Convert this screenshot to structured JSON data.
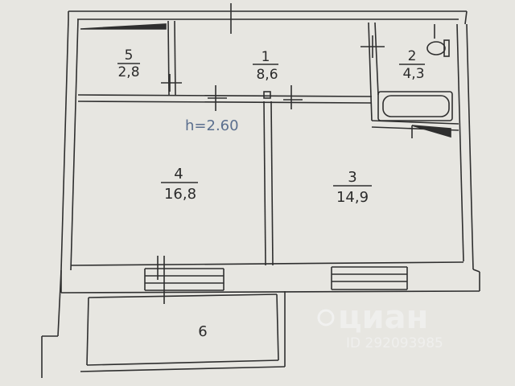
{
  "plan": {
    "ceiling_height": "h=2.60",
    "rooms": [
      {
        "id": "room-1",
        "number": "1",
        "area": "8,6"
      },
      {
        "id": "room-2",
        "number": "2",
        "area": "4,3"
      },
      {
        "id": "room-3",
        "number": "3",
        "area": "14,9"
      },
      {
        "id": "room-4",
        "number": "4",
        "area": "16,8"
      },
      {
        "id": "room-5",
        "number": "5",
        "area": "2,8"
      },
      {
        "id": "room-6",
        "number": "6",
        "area": ""
      }
    ],
    "watermark": {
      "brand": "циан",
      "id_text": "ID 292093985"
    }
  },
  "colors": {
    "background": "#e7e6e1",
    "ink": "#2b2b2b",
    "height_label": "#5b6f8e"
  }
}
